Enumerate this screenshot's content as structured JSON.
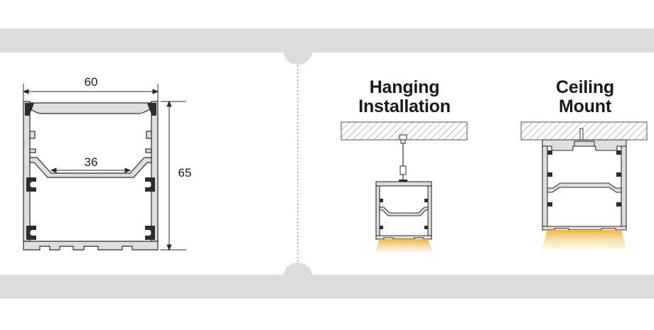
{
  "profile": {
    "width_label": "60",
    "height_label": "65",
    "inner_width_label": "36"
  },
  "hanging": {
    "title_line1": "Hanging",
    "title_line2": "Installation"
  },
  "ceiling": {
    "title_line1": "Ceiling",
    "title_line2": "Mount"
  },
  "colors": {
    "band": "#dcdcdc",
    "profile_fill": "#dedede",
    "profile_stroke": "#2d2d2d",
    "light_glow": "#f2b84a",
    "ceiling_hatch": "#9a9a9a"
  }
}
